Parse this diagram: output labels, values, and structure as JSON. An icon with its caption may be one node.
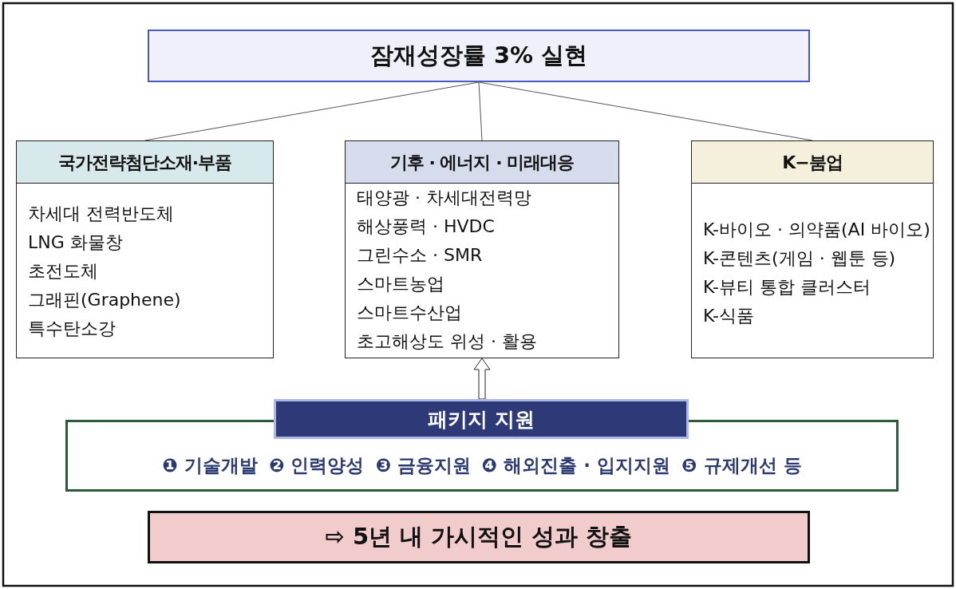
{
  "diagram": {
    "nodes": [
      {
        "text": [
          "잠재성장률 3% 실현"
        ]
      },
      {
        "text": [
          "국가전략첨단소재·부품",
          "차세대 전력반도체",
          "LNG 화물창",
          "초전도체",
          "그래핀(Graphene)",
          "특수탄소강"
        ]
      },
      {
        "text": [
          "기후 · 에너지 · 미래대응",
          "태양광 · 차세대전력망",
          "해상풍력 · HVDC",
          "그린수소 · SMR",
          "스마트농업",
          "스마트수산업",
          "초고해상도 위성 · 활용"
        ]
      },
      {
        "text": [
          "K−붐업",
          "K-바이오 · 의약품(AI 바이오)",
          "K-콘텐츠(게임 · 웹툰 등)",
          "K-뷰티 통합 클러스터",
          "K-식품"
        ]
      },
      {
        "text": [
          "❶ 기술개발",
          "❷ 인력양성",
          "❸ 금융지원",
          "❹ 해외진출 · 입지지원",
          "❺ 규제개선 등"
        ]
      },
      {
        "text": [
          "패키지 지원"
        ]
      },
      {
        "text": [
          "⇨ 5년 내 가시적인 성과 창출"
        ]
      }
    ],
    "edges": [
      {
        "from": 0,
        "to": 1,
        "arrow": "none"
      },
      {
        "from": 0,
        "to": 2,
        "arrow": "none"
      },
      {
        "from": 0,
        "to": 3,
        "arrow": "none"
      },
      {
        "from": 5,
        "to": 2,
        "arrow": "to"
      }
    ]
  }
}
